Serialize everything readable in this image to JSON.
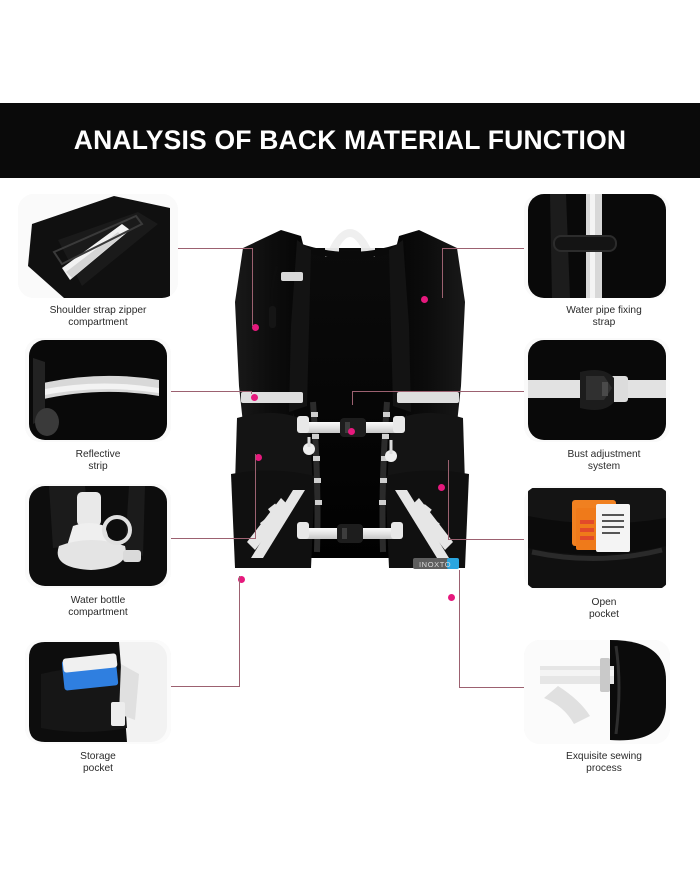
{
  "banner": {
    "title": "ANALYSIS OF BACK MATERIAL FUNCTION"
  },
  "product": {
    "brand_label": "INOXTO",
    "accent_color": "#e6197d",
    "line_color": "#9c6170",
    "banner_bg": "#0a0a0a",
    "banner_text_color": "#ffffff"
  },
  "callouts": {
    "left": [
      {
        "id": "shoulder-strap-zipper-compartment",
        "caption_line1": "Shoulder strap zipper",
        "caption_line2": "compartment"
      },
      {
        "id": "reflective-strip",
        "caption_line1": "Reflective",
        "caption_line2": "strip"
      },
      {
        "id": "water-bottle-compartment",
        "caption_line1": "Water bottle",
        "caption_line2": "compartment"
      },
      {
        "id": "storage-pocket",
        "caption_line1": "Storage",
        "caption_line2": "pocket"
      }
    ],
    "right": [
      {
        "id": "water-pipe-fixing-strap",
        "caption_line1": "Water pipe fixing",
        "caption_line2": "strap"
      },
      {
        "id": "bust-adjustment-system",
        "caption_line1": "Bust adjustment",
        "caption_line2": "system"
      },
      {
        "id": "open-pocket",
        "caption_line1": "Open",
        "caption_line2": "pocket"
      },
      {
        "id": "exquisite-sewing-process",
        "caption_line1": "Exquisite sewing",
        "caption_line2": "process"
      }
    ]
  }
}
